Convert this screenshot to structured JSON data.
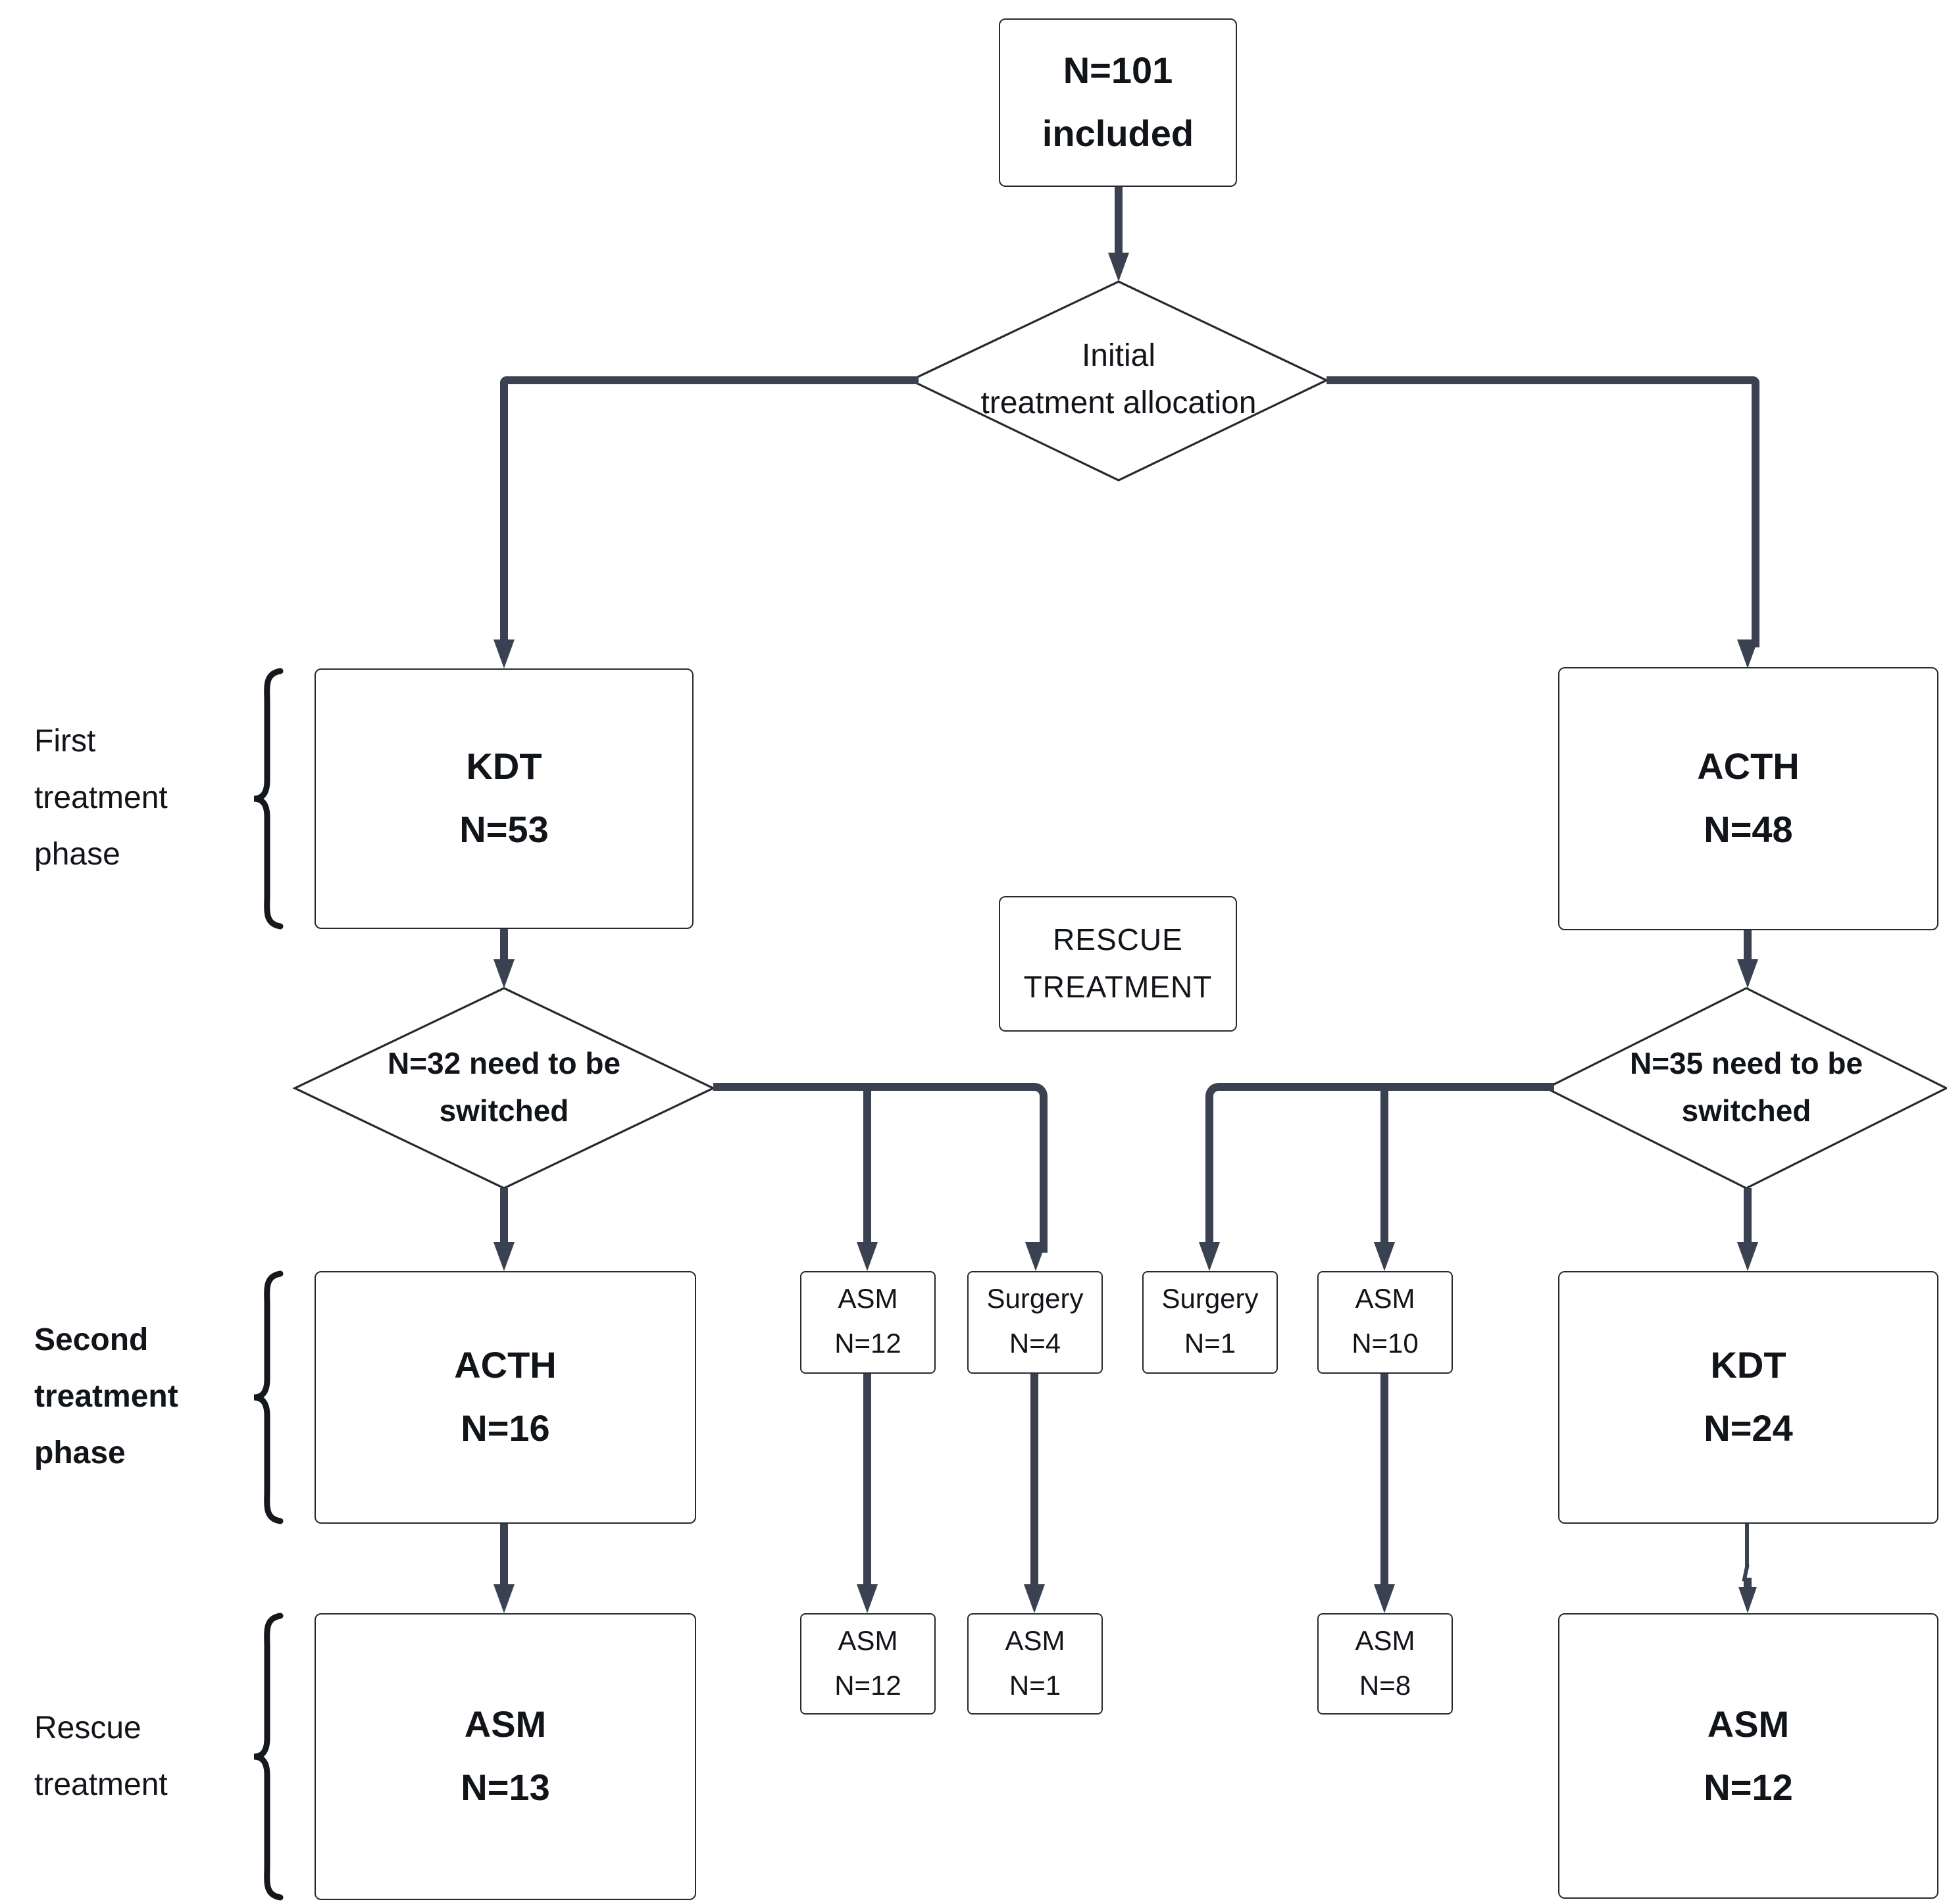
{
  "figure": "Treatment allocation flowchart",
  "colors": {
    "connector": "#3A4150",
    "border": "#26292F",
    "text": "#111418",
    "background": "#FFFFFF"
  },
  "nodes": {
    "included": {
      "text": "N=101\nincluded"
    },
    "initial_allocation": {
      "text": "Initial\ntreatment allocation"
    },
    "kdt_first": {
      "text": "KDT\nN=53"
    },
    "acth_first": {
      "text": "ACTH\nN=48"
    },
    "rescue_header": {
      "text": "RESCUE\nTREATMENT"
    },
    "switch_left": {
      "text": "N=32 need to be\nswitched"
    },
    "switch_right": {
      "text": "N=35 need to be\nswitched"
    },
    "acth_second": {
      "text": "ACTH\nN=16"
    },
    "kdt_second": {
      "text": "KDT\nN=24"
    },
    "asm_mid_left": {
      "text": "ASM\nN=12"
    },
    "surgery_left": {
      "text": "Surgery\nN=4"
    },
    "surgery_right": {
      "text": "Surgery\nN=1"
    },
    "asm_mid_right": {
      "text": "ASM\nN=10"
    },
    "asm_rescue_big_left": {
      "text": "ASM\nN=13"
    },
    "asm_rescue_mid_left": {
      "text": "ASM\nN=12"
    },
    "asm_rescue_mid": {
      "text": "ASM\nN=1"
    },
    "asm_rescue_mid_right": {
      "text": "ASM\nN=8"
    },
    "asm_rescue_big_right": {
      "text": "ASM\nN=12"
    }
  },
  "phase_labels": {
    "first": "First\ntreatment\nphase",
    "second": "Second\ntreatment\nphase",
    "rescue": "Rescue\ntreatment"
  }
}
